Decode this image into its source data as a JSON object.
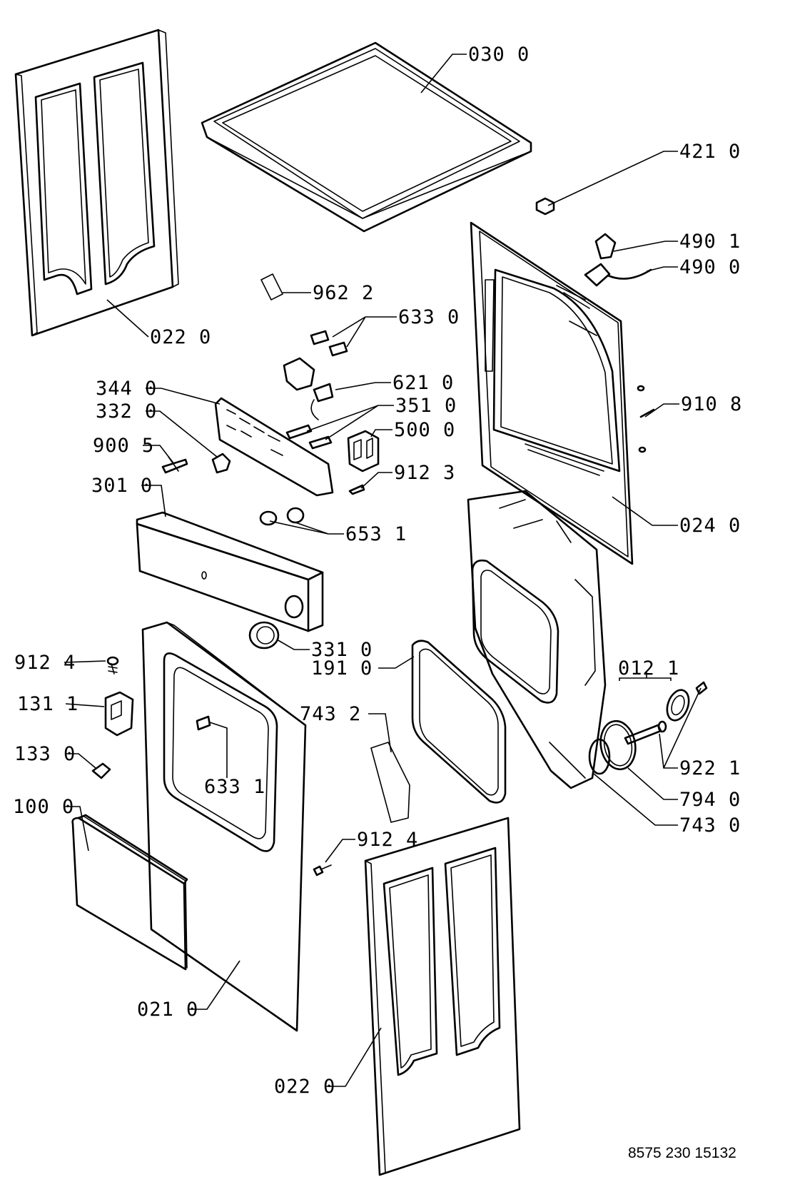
{
  "labels": {
    "top_cover": "030 0",
    "left_side_panel": "022 0",
    "right_side_panel": "022 0",
    "connector_421": "421 0",
    "power_part_4901": "490 1",
    "power_cord": "490 0",
    "rear_panel": "024 0",
    "label_sticker": "962 2",
    "part_6330": "633 0",
    "part_6210": "621 0",
    "control_bracket": "344 0",
    "part_3320": "332 0",
    "part_3510": "351 0",
    "part_5000": "500 0",
    "part_9005": "900 5",
    "screw_9123": "912 3",
    "control_panel": "301 0",
    "knob_6531": "653 1",
    "knob_3310": "331 0",
    "door_seal": "191 0",
    "screw_9124_left": "912 4",
    "door_lock": "131 1",
    "part_1330": "133 0",
    "part_6331": "633 1",
    "part_7432": "743 2",
    "part_0121": "012 1",
    "part_9221": "922 1",
    "belt_7940": "794 0",
    "drum_support_7430": "743 0",
    "screw_9124_front": "912 4",
    "front_panel": "021 0",
    "drawer_front": "100 0",
    "part_9108": "910 8"
  },
  "doc_number": "8575 230 15132"
}
